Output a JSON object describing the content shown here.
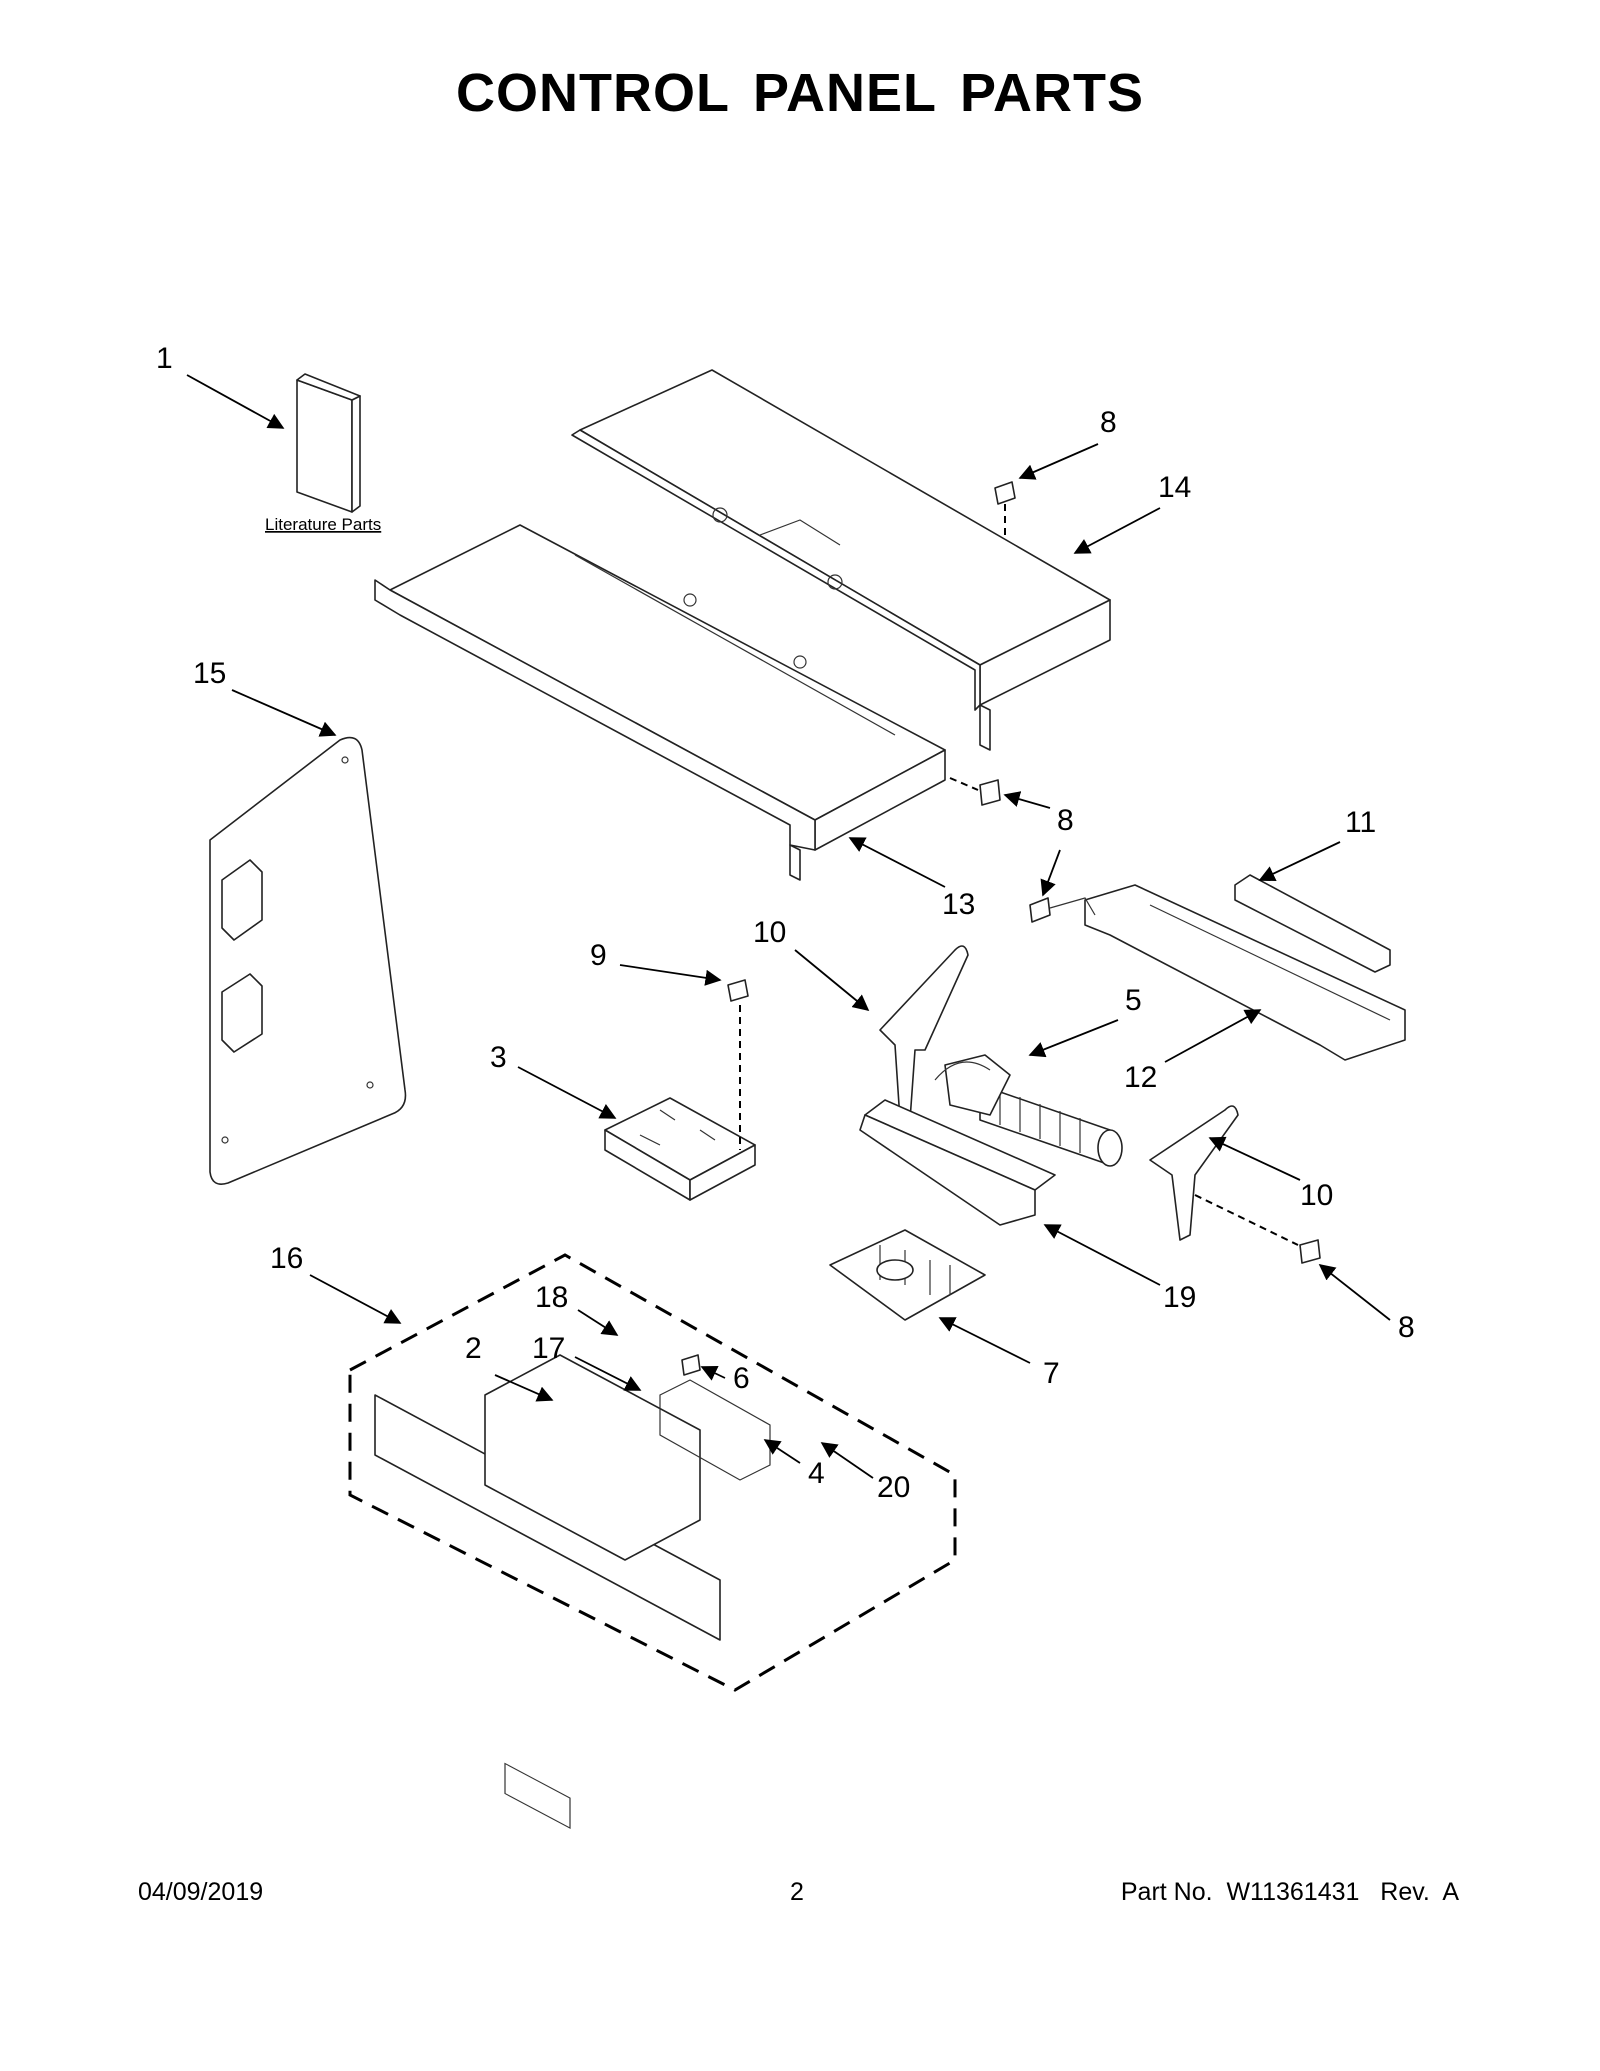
{
  "title": "CONTROL PANEL PARTS",
  "literature_label": "Literature Parts",
  "callouts": {
    "c1": "1",
    "c2": "2",
    "c3": "3",
    "c4": "4",
    "c5": "5",
    "c6": "6",
    "c7": "7",
    "c8a": "8",
    "c8b": "8",
    "c8c": "8",
    "c8d": "8",
    "c9": "9",
    "c10a": "10",
    "c10b": "10",
    "c11": "11",
    "c12": "12",
    "c13": "13",
    "c14": "14",
    "c15": "15",
    "c16": "16",
    "c17": "17",
    "c18": "18",
    "c19": "19",
    "c20": "20"
  },
  "footer": {
    "date": "04/09/2019",
    "page": "2",
    "part_no": "Part No.  W11361431   Rev.  A"
  }
}
